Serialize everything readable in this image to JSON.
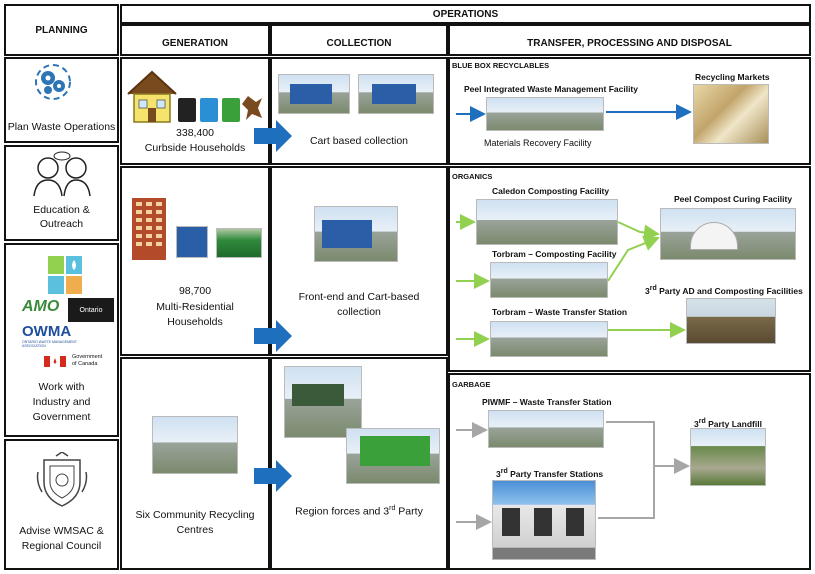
{
  "headers": {
    "planning": "PLANNING",
    "operations": "OPERATIONS",
    "generation": "GENERATION",
    "collection": "COLLECTION",
    "transfer": "TRANSFER, PROCESSING AND DISPOSAL"
  },
  "planning": {
    "plan_ops": "Plan Waste Operations",
    "education_1": "Education &",
    "education_2": "Outreach",
    "work_1": "Work with",
    "work_2": "Industry and",
    "work_3": "Government",
    "advise_1": "Advise WMSAC &",
    "advise_2": "Regional Council",
    "logos": {
      "amo": "AMO",
      "ontario": "Ontario",
      "owma": "OWMA",
      "owma_sub": "ONTARIO WASTE MANAGEMENT ASSOCIATION",
      "gov_1": "Government",
      "gov_2": "of Canada"
    }
  },
  "generation": {
    "curbside_count": "338,400",
    "curbside_label": "Curbside Households",
    "multi_count": "98,700",
    "multi_label_1": "Multi-Residential",
    "multi_label_2": "Households",
    "recycling_1": "Six Community Recycling",
    "recycling_2": "Centres"
  },
  "collection": {
    "cart": "Cart based collection",
    "front_1": "Front-end and Cart-based",
    "front_2": "collection",
    "region": "Region forces and 3",
    "region_sup": "rd",
    "region_end": " Party"
  },
  "blue_box": {
    "section": "BLUE BOX RECYCLABLES",
    "piwmf": "Peel Integrated Waste Management Facility",
    "mrf": "Materials Recovery Facility",
    "markets": "Recycling Markets"
  },
  "organics": {
    "section": "ORGANICS",
    "caledon": "Caledon Composting Facility",
    "peel_compost": "Peel Compost Curing Facility",
    "torbram_compost": "Torbram – Composting Facility",
    "third_party_pre": "3",
    "third_party_sup": "rd",
    "third_party_post": " Party AD and Composting Facilities",
    "torbram_transfer": "Torbram – Waste Transfer Station"
  },
  "garbage": {
    "section": "GARBAGE",
    "piwmf_transfer": "PIWMF – Waste Transfer Station",
    "landfill_pre": "3",
    "landfill_sup": "rd",
    "landfill_post": " Party Landfill",
    "transfer_pre": "3",
    "transfer_sup": "rd",
    "transfer_post": " Party Transfer Stations"
  },
  "colors": {
    "blue_arrow": "#1f6fbf",
    "green_arrow": "#92d050",
    "grey_arrow": "#a6a6a6",
    "big_arrow": "#1f6fbf"
  }
}
